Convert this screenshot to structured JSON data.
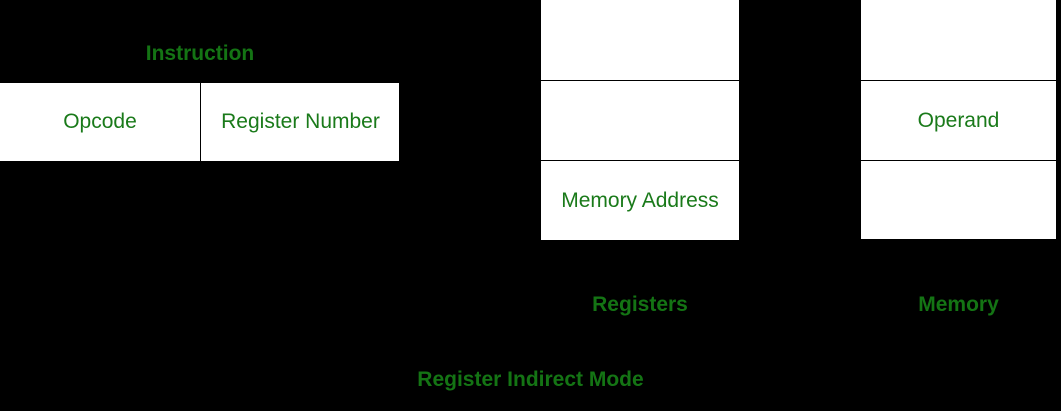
{
  "diagram": {
    "caption": "Register Indirect Mode",
    "accent_color": "#147414",
    "cell_text_color": "#1a7a1a",
    "background_color": "#000000",
    "box_fill_color": "#ffffff",
    "border_color": "#000000"
  },
  "instruction": {
    "label": "Instruction",
    "fields": [
      {
        "name": "opcode",
        "text": "Opcode"
      },
      {
        "name": "register-number",
        "text": "Register Number"
      }
    ]
  },
  "registers": {
    "label": "Registers",
    "cells": [
      {
        "name": "register-cell-1",
        "text": ""
      },
      {
        "name": "register-cell-2",
        "text": ""
      },
      {
        "name": "register-cell-3",
        "text": "Memory Address"
      }
    ]
  },
  "memory": {
    "label": "Memory",
    "cells": [
      {
        "name": "memory-cell-1",
        "text": ""
      },
      {
        "name": "memory-cell-2",
        "text": "Operand"
      },
      {
        "name": "memory-cell-3",
        "text": ""
      }
    ]
  }
}
